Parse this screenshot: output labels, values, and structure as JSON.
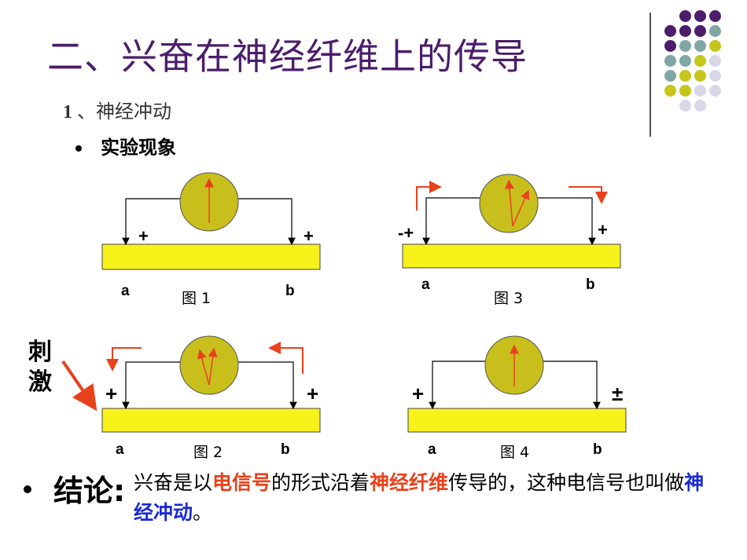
{
  "title": "二、兴奋在神经纤维上的传导",
  "subtitle": {
    "num": "1",
    "text": "、神经冲动"
  },
  "bullet": "实验现象",
  "stimulus_label": "刺激",
  "figures": [
    {
      "caption": "图 1",
      "label_a": "a",
      "label_b": "b",
      "sign_a": "+",
      "sign_b": "+"
    },
    {
      "caption": "图 2",
      "label_a": "a",
      "label_b": "b",
      "sign_a": "+",
      "sign_b": "+"
    },
    {
      "caption": "图 3",
      "label_a": "a",
      "label_b": "b",
      "sign_a": "-+",
      "sign_b": "+"
    },
    {
      "caption": "图 4",
      "label_a": "a",
      "label_b": "b",
      "sign_a": "+",
      "sign_b": "±"
    }
  ],
  "conclusion": {
    "head": "结论:",
    "p1": "兴奋是以",
    "h1": "电信号",
    "p2": "的形式沿着",
    "h2": "神经纤维",
    "p3": "传导的，这种电信号也叫做",
    "h3": "神经冲动",
    "p4": "。"
  },
  "colors": {
    "title": "#4b1d6b",
    "fiber": "#f7f21a",
    "meter": "#c8bf1c",
    "arrow": "#e8421c",
    "highlight_red": "#e8421c",
    "highlight_blue": "#1a2bd4",
    "deco_purple": "#4b1d6b",
    "deco_teal": "#7fa7a4",
    "deco_olive": "#c5c51c",
    "deco_lavender": "#d9d6e6"
  }
}
